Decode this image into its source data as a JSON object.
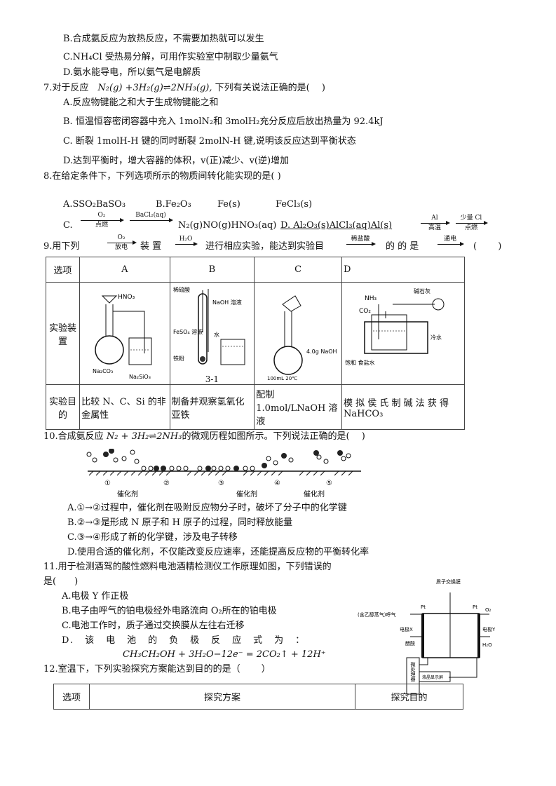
{
  "q6": {
    "B": "B.合成氨反应为放热反应，不需要加热就可以发生",
    "C": "C.NH₄Cl 受热易分解，可用作实验室中制取少量氨气",
    "D": "D.氨水能导电，所以氨气是电解质"
  },
  "q7": {
    "stem": "7.对于反应",
    "eq": "N₂(g) +3H₂(g)⇌2NH₃(g),",
    "stem2": "下列有关说法正确的是(　 )",
    "A": "A.反应物键能之和大于生成物键能之和",
    "B": "B.  恒温恒容密闭容器中充入 1molN₂和 3molH₂充分反应后放出热量为 92.4kJ",
    "C": "C.  断裂 1molH-H  键的同时断裂  2molN-H  键,说明该反应达到平衡状态",
    "D": "D.达到平衡时，增大容器的体积，v(正)减少、v(逆)增加"
  },
  "q8": {
    "stem": "8.在给定条件下，下列选项所示的物质间转化能实现的是(  )",
    "A": "A.SSO₂BaSO₃",
    "B": "B.Fe₂O₃",
    "Bfe": "Fe(s)",
    "Bfecl": "FeCl₃(s)",
    "C": "C.",
    "Cchain": "N₂(g)NO(g)HNO₃(aq)",
    "D": "D. Al₂O₃(s)AlCl₃(aq)Al(s)",
    "arrows": [
      {
        "top": "O₂",
        "bottom": "点燃"
      },
      {
        "top": "BaCl₂(aq)",
        "bottom": ""
      },
      {
        "top": "Al",
        "bottom": "高温"
      },
      {
        "top": "少量 Cl",
        "bottom": "点燃"
      },
      {
        "top": "O₂",
        "bottom": "放电"
      },
      {
        "top": "H₂O",
        "bottom": ""
      },
      {
        "top": "稀盐酸",
        "bottom": ""
      },
      {
        "top": "通电",
        "bottom": ""
      }
    ]
  },
  "q9": {
    "stem1": "9.用下列",
    "stem2": "装 置",
    "stem3": "进行相应实验，能达到实验目",
    "stem4": "的 的 是",
    "paren": "(　　 )",
    "headers": [
      "选项",
      "A",
      "B",
      "C",
      "D"
    ],
    "row2_label": "实验装置",
    "row3_label": "实验目的",
    "purposes": [
      "比较 N、C、Si 的非金属性",
      "制备并观察氢氧化亚铁",
      "配制 1.0mol/LNaOH 溶液",
      "模 拟 侯 氏 制 碱 法 获 得 NaHCO₃"
    ],
    "caption_b": "3-1",
    "labels_a": [
      "HNO₃",
      "Na₂CO₃",
      "Na₂SiO₃"
    ],
    "labels_b": [
      "稀硫酸",
      "NaOH 溶液",
      "FeSO₄ 溶液",
      "水",
      "铁粉"
    ],
    "labels_c": [
      "100mL 20℃",
      "4.0g NaOH"
    ],
    "labels_d": [
      "NH₃",
      "CO₂",
      "碱石灰",
      "饱和 食盐水",
      "冷水"
    ]
  },
  "q10": {
    "stem": "10.合成氨反应",
    "eq": "N₂ + 3H₂⇌2NH₃",
    "stem2": "的微观历程如图所示。下列说法正确的是(　 )",
    "steps": [
      "①",
      "②",
      "③",
      "④",
      "⑤"
    ],
    "catalyst": "催化剂",
    "A": "A.①→②过程中，催化剂在吸附反应物分子时，破坏了分子中的化学键",
    "B": "B.②→③是形成 N 原子和 H 原子的过程，同时释放能量",
    "C": "C.③→④形成了新的化学键，涉及电子转移",
    "D": "D.使用合适的催化剂，不仅能改变反应速率，还能提高反应物的平衡转化率"
  },
  "q11": {
    "stem": "11.用于检测酒驾的酸性燃料电池酒精检测仪工作原理如图，下列错误的",
    "stem2": "是(　　)",
    "A": "A.电极 Y  作正极",
    "B": "B.电子由呼气的铂电极经外电路流向 O₂所在的铂电极",
    "C": "C.电池工作时，质子通过交换膜从左往右迁移",
    "D": "D.　该　电　池　的　负　极　反　应　式　为　：",
    "eq": "CH₃CH₂OH + 3H₂O−12e⁻ = 2CO₂↑ + 12H⁺",
    "fig": {
      "membrane": "质子交换膜",
      "pt1": "Pt",
      "pt2": "Pt",
      "breath": "(含乙醇蒸气)呼气",
      "o2": "O₂",
      "ex": "电极X",
      "ey": "电极Y",
      "acid": "醋酸",
      "h2o": "H₂O",
      "processor": "微处理器",
      "display": "液晶显示屏"
    }
  },
  "q12": {
    "stem": "12.室温下，下列实验探究方案能达到目的的是（　　 ）",
    "headers": [
      "选项",
      "探究方案",
      "探究目的"
    ]
  }
}
